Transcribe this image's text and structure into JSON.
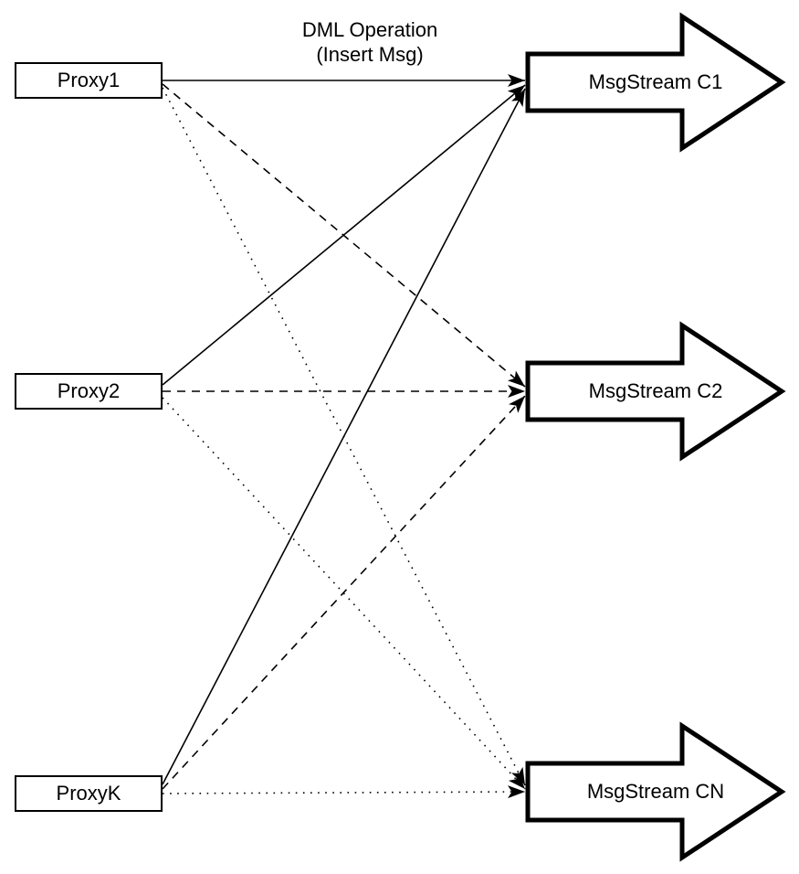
{
  "note": {
    "line1": "DML Operation",
    "line2": "(Insert Msg)"
  },
  "proxies": [
    {
      "label": "Proxy1"
    },
    {
      "label": "Proxy2"
    },
    {
      "label": "ProxyK"
    }
  ],
  "streams": [
    {
      "label": "MsgStream C1",
      "incoming_line_style": "solid"
    },
    {
      "label": "MsgStream C2",
      "incoming_line_style": "dashed"
    },
    {
      "label": "MsgStream CN",
      "incoming_line_style": "dotted"
    }
  ],
  "connections": [
    {
      "from": "Proxy1",
      "to": "MsgStream C1",
      "style": "solid"
    },
    {
      "from": "Proxy2",
      "to": "MsgStream C1",
      "style": "solid"
    },
    {
      "from": "ProxyK",
      "to": "MsgStream C1",
      "style": "solid"
    },
    {
      "from": "Proxy1",
      "to": "MsgStream C2",
      "style": "dashed"
    },
    {
      "from": "Proxy2",
      "to": "MsgStream C2",
      "style": "dashed"
    },
    {
      "from": "ProxyK",
      "to": "MsgStream C2",
      "style": "dashed"
    },
    {
      "from": "Proxy1",
      "to": "MsgStream CN",
      "style": "dotted"
    },
    {
      "from": "Proxy2",
      "to": "MsgStream CN",
      "style": "dotted"
    },
    {
      "from": "ProxyK",
      "to": "MsgStream CN",
      "style": "dotted"
    }
  ],
  "colors": {
    "background": "#ffffff",
    "stroke": "#000000",
    "shape_fill": "#ffffff"
  }
}
